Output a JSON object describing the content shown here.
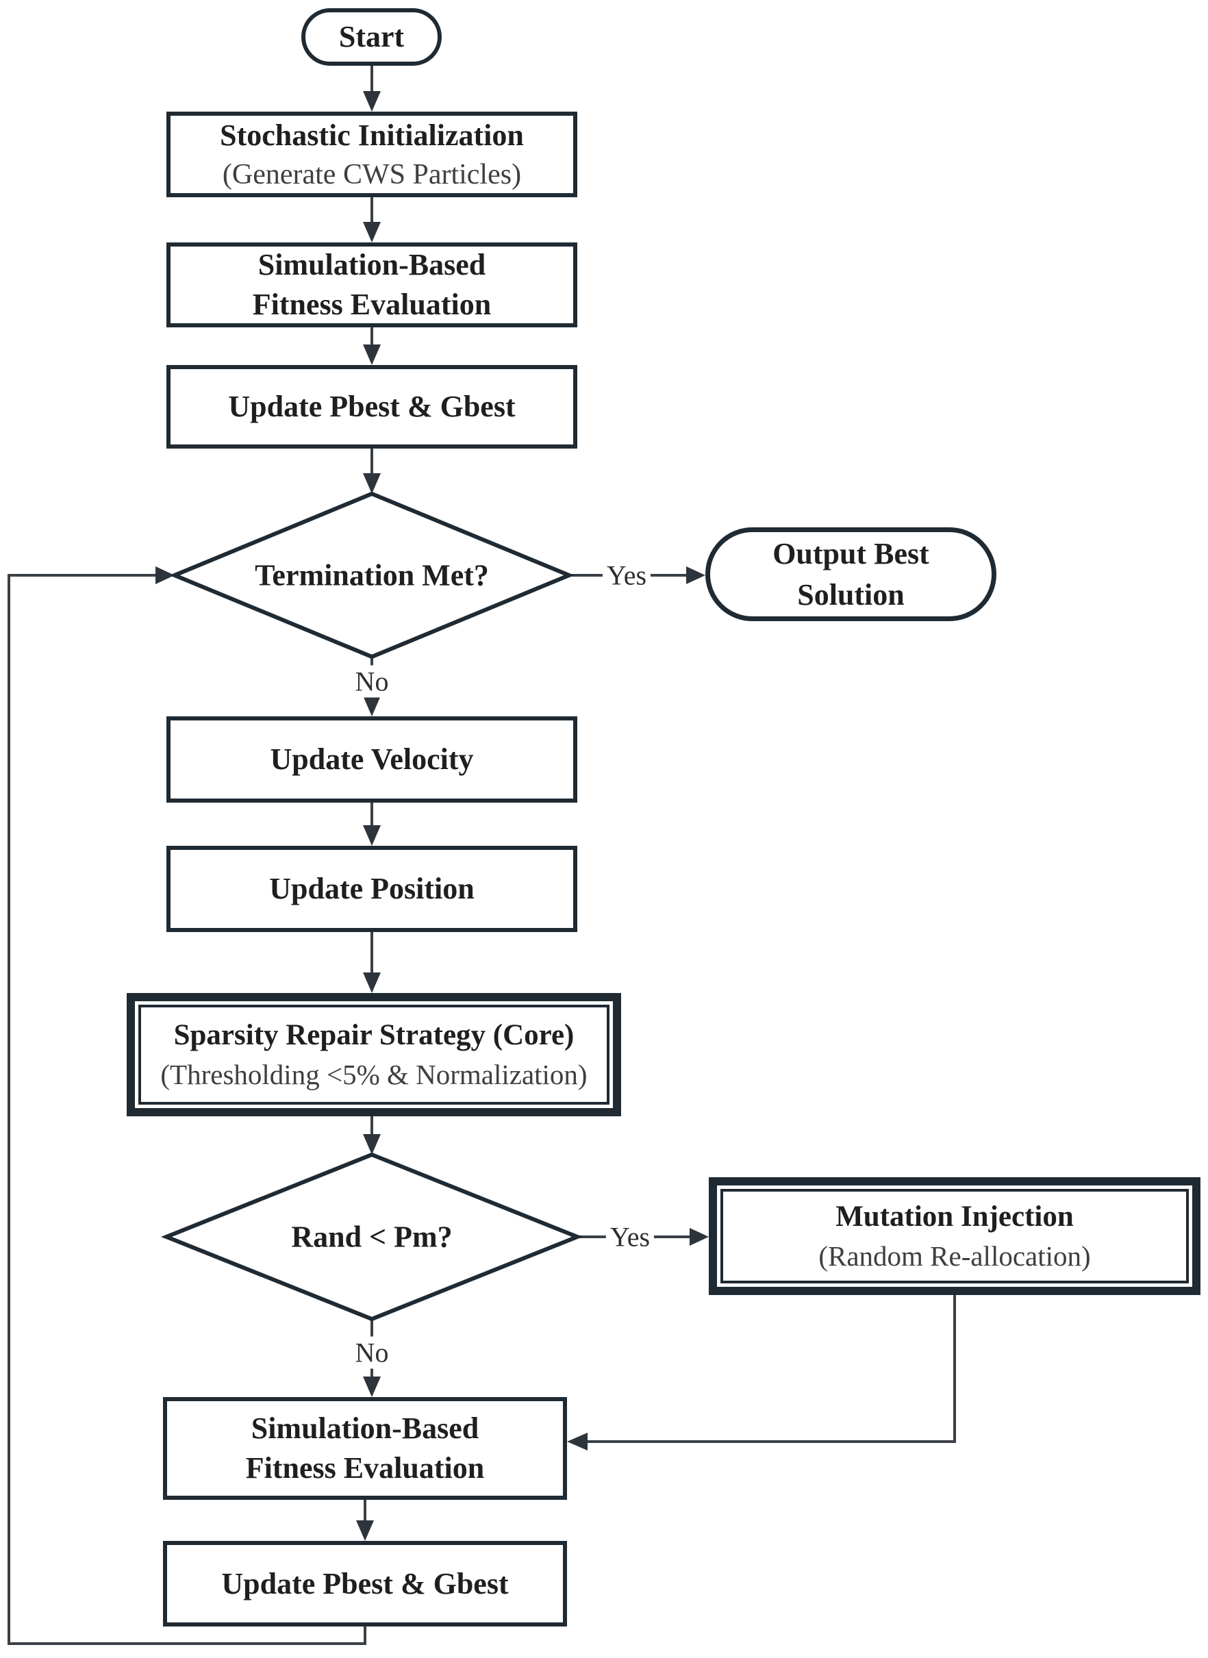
{
  "diagram": {
    "background": "#ffffff",
    "colors": {
      "node_border": "#1f2a33",
      "connector": "#3a4046",
      "arrowhead": "#2e343b",
      "text_primary": "#1f1f1f",
      "text_secondary": "#3f3f3f"
    },
    "nodes": {
      "start": {
        "type": "terminator",
        "label": "Start"
      },
      "stochastic_init": {
        "type": "process",
        "title": "Stochastic Initialization",
        "subtitle": "(Generate CWS Particles)"
      },
      "fitness_eval_1": {
        "type": "process",
        "line1": "Simulation-Based",
        "line2": "Fitness Evaluation"
      },
      "update_best_1": {
        "type": "process",
        "label": "Update Pbest & Gbest"
      },
      "termination": {
        "type": "decision",
        "label": "Termination Met?"
      },
      "output": {
        "type": "terminator",
        "line1": "Output Best",
        "line2": "Solution"
      },
      "update_velocity": {
        "type": "process",
        "label": "Update Velocity"
      },
      "update_position": {
        "type": "process",
        "label": "Update Position"
      },
      "sparsity_repair": {
        "type": "process-emphasized",
        "title": "Sparsity Repair Strategy (Core)",
        "subtitle": "(Thresholding <5% & Normalization)"
      },
      "rand_pm": {
        "type": "decision",
        "label": "Rand < Pm?"
      },
      "mutation": {
        "type": "process-emphasized",
        "title": "Mutation Injection",
        "subtitle": "(Random Re-allocation)"
      },
      "fitness_eval_2": {
        "type": "process",
        "line1": "Simulation-Based",
        "line2": "Fitness Evaluation"
      },
      "update_best_2": {
        "type": "process",
        "label": "Update Pbest & Gbest"
      }
    },
    "edge_labels": {
      "termination_yes": "Yes",
      "termination_no": "No",
      "rand_yes": "Yes",
      "rand_no": "No"
    }
  }
}
